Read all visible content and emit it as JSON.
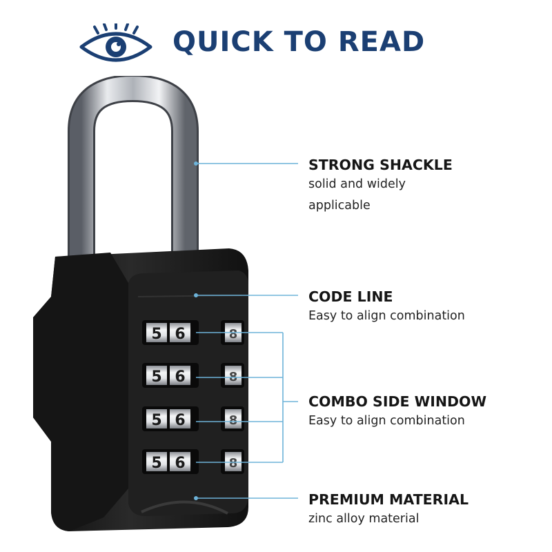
{
  "header": {
    "icon": "eye-icon",
    "title": "QUICK TO READ",
    "color": "#1b3f73"
  },
  "lock": {
    "dials": [
      [
        "5",
        "6",
        "8"
      ],
      [
        "5",
        "6",
        "8"
      ],
      [
        "5",
        "6",
        "8"
      ],
      [
        "5",
        "6",
        "8"
      ]
    ],
    "body_color": "#1a1a1a",
    "shackle_color": "#b9bcc2"
  },
  "callout_line_color": "#6db3d9",
  "features": [
    {
      "title": "STRONG SHACKLE",
      "description": "solid and widely applicable"
    },
    {
      "title": "CODE LINE",
      "description": "Easy to align combination"
    },
    {
      "title": "COMBO SIDE WINDOW",
      "description": "Easy to align combination"
    },
    {
      "title": "PREMIUM MATERIAL",
      "description": "zinc alloy material"
    }
  ]
}
